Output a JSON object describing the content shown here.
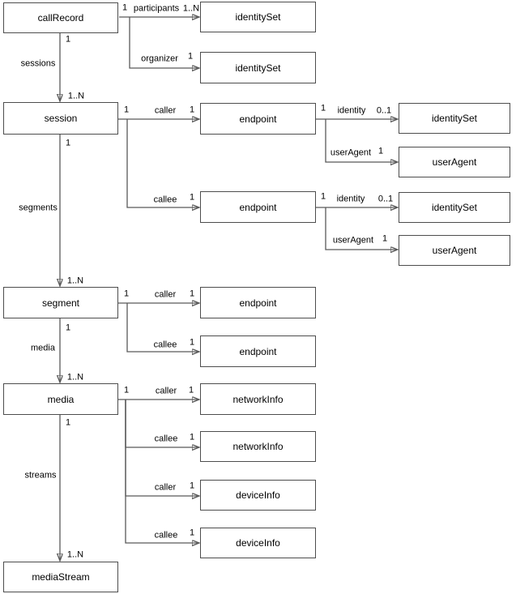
{
  "diagram": {
    "kind": "entity-relationship",
    "colors": {
      "background": "#ffffff",
      "box_fill": "#ffffff",
      "box_border": "#4d4d4d",
      "line": "#595959",
      "arrowhead": "#111111",
      "text": "#000000"
    }
  },
  "nodes": {
    "callRecord": "callRecord",
    "identitySet_participants": "identitySet",
    "identitySet_organizer": "identitySet",
    "session": "session",
    "endpoint_session_caller": "endpoint",
    "identitySet_caller_identity": "identitySet",
    "userAgent_caller": "userAgent",
    "endpoint_session_callee": "endpoint",
    "identitySet_callee_identity": "identitySet",
    "userAgent_callee": "userAgent",
    "segment": "segment",
    "endpoint_segment_caller": "endpoint",
    "endpoint_segment_callee": "endpoint",
    "media": "media",
    "networkInfo_caller": "networkInfo",
    "networkInfo_callee": "networkInfo",
    "deviceInfo_caller": "deviceInfo",
    "deviceInfo_callee": "deviceInfo",
    "mediaStream": "mediaStream"
  },
  "edges": {
    "participants": {
      "source_mult": "1",
      "label": "participants",
      "target_mult": "1..N"
    },
    "organizer": {
      "label": "organizer",
      "target_mult": "1"
    },
    "sessions": {
      "source_mult": "1",
      "label": "sessions",
      "target_mult": "1..N"
    },
    "session_caller": {
      "source_mult": "1",
      "label": "caller",
      "target_mult": "1"
    },
    "session_callee": {
      "label": "callee",
      "target_mult": "1"
    },
    "caller_identity": {
      "source_mult": "1",
      "label": "identity",
      "target_mult": "0..1"
    },
    "caller_userAgent": {
      "label": "userAgent",
      "target_mult": "1"
    },
    "callee_identity": {
      "source_mult": "1",
      "label": "identity",
      "target_mult": "0..1"
    },
    "callee_userAgent": {
      "label": "userAgent",
      "target_mult": "1"
    },
    "segments": {
      "source_mult": "1",
      "label": "segments",
      "target_mult": "1..N"
    },
    "segment_caller": {
      "source_mult": "1",
      "label": "caller",
      "target_mult": "1"
    },
    "segment_callee": {
      "label": "callee",
      "target_mult": "1"
    },
    "media": {
      "source_mult": "1",
      "label": "media",
      "target_mult": "1..N"
    },
    "media_caller_network": {
      "source_mult": "1",
      "label": "caller",
      "target_mult": "1"
    },
    "media_callee_network": {
      "label": "callee",
      "target_mult": "1"
    },
    "media_caller_device": {
      "label": "caller",
      "target_mult": "1"
    },
    "media_callee_device": {
      "label": "callee",
      "target_mult": "1"
    },
    "streams": {
      "source_mult": "1",
      "label": "streams",
      "target_mult": "1..N"
    }
  }
}
